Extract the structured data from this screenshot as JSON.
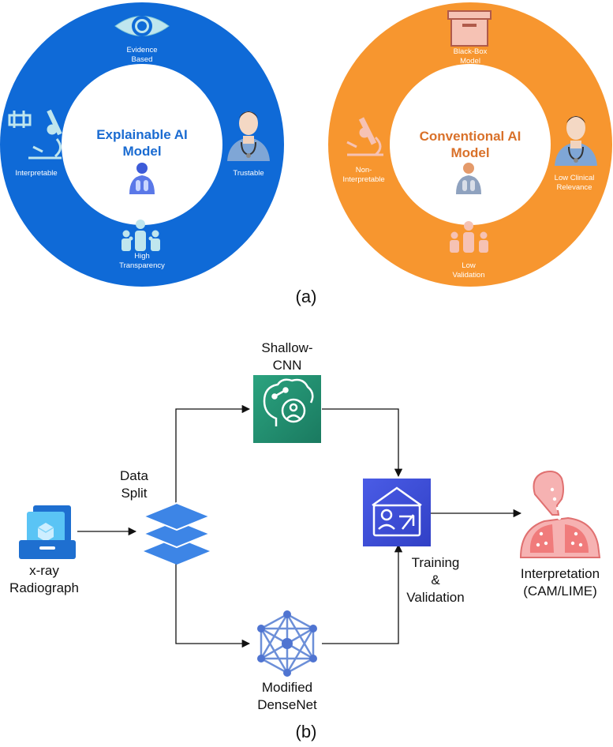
{
  "panel_a": {
    "caption": "(a)",
    "xai": {
      "title_line1": "Explainable AI",
      "title_line2": "Model",
      "evidence_line1": "Evidence",
      "evidence_line2": "Based",
      "interpretable": "Interpretable",
      "trustable": "Trustable",
      "transparency_line1": "High",
      "transparency_line2": "Transparency",
      "ring_color": "#0F6AD7",
      "title_color": "#1A6BD1",
      "icon_color": "#BFE6EE"
    },
    "conventional": {
      "title_line1": "Conventional AI",
      "title_line2": "Model",
      "blackbox_line1": "Black-Box",
      "blackbox_line2": "Model",
      "noninterp_line1": "Non-",
      "noninterp_line2": "Interpretable",
      "relevance_line1": "Low Clinical",
      "relevance_line2": "Relevance",
      "validation_line1": "Low",
      "validation_line2": "Validation",
      "ring_color": "#F7962F",
      "title_color": "#D9712A",
      "icon_color": "#F6C2B4"
    }
  },
  "panel_b": {
    "caption": "(b)",
    "xray_line1": "x-ray",
    "xray_line2": "Radiograph",
    "split_line1": "Data",
    "split_line2": "Split",
    "shallow_line1": "Shallow-",
    "shallow_line2": "CNN",
    "densenet_line1": "Modified",
    "densenet_line2": "DenseNet",
    "training_line1": "Training",
    "training_line2": "&",
    "training_line3": "Validation",
    "interp_line1": "Interpretation",
    "interp_line2": "(CAM/LIME)",
    "colors": {
      "shallow_box": "#1E8C6E",
      "training_box": "#3D4FD8",
      "layers": "#3D85E6",
      "dense_net": "#6C8FD8",
      "lungs": "#F07B7B"
    }
  }
}
